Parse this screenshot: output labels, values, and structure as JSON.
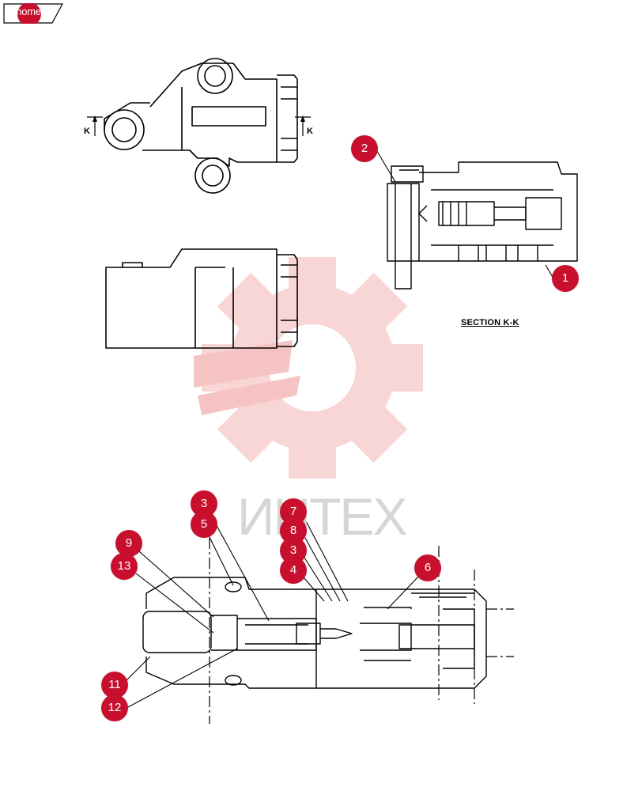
{
  "nav": {
    "home_label": "home"
  },
  "section_label": "SECTION  K-K",
  "view_markers": {
    "left": "K",
    "right": "K"
  },
  "watermark": {
    "text": "ИНТЕХ"
  },
  "accent_color": "#c8102e",
  "callouts": [
    {
      "label": "2"
    },
    {
      "label": "1"
    },
    {
      "label": "3"
    },
    {
      "label": "5"
    },
    {
      "label": "7"
    },
    {
      "label": "8"
    },
    {
      "label": "3"
    },
    {
      "label": "4"
    },
    {
      "label": "6"
    },
    {
      "label": "9"
    },
    {
      "label": "13"
    },
    {
      "label": "11"
    },
    {
      "label": "12"
    }
  ]
}
